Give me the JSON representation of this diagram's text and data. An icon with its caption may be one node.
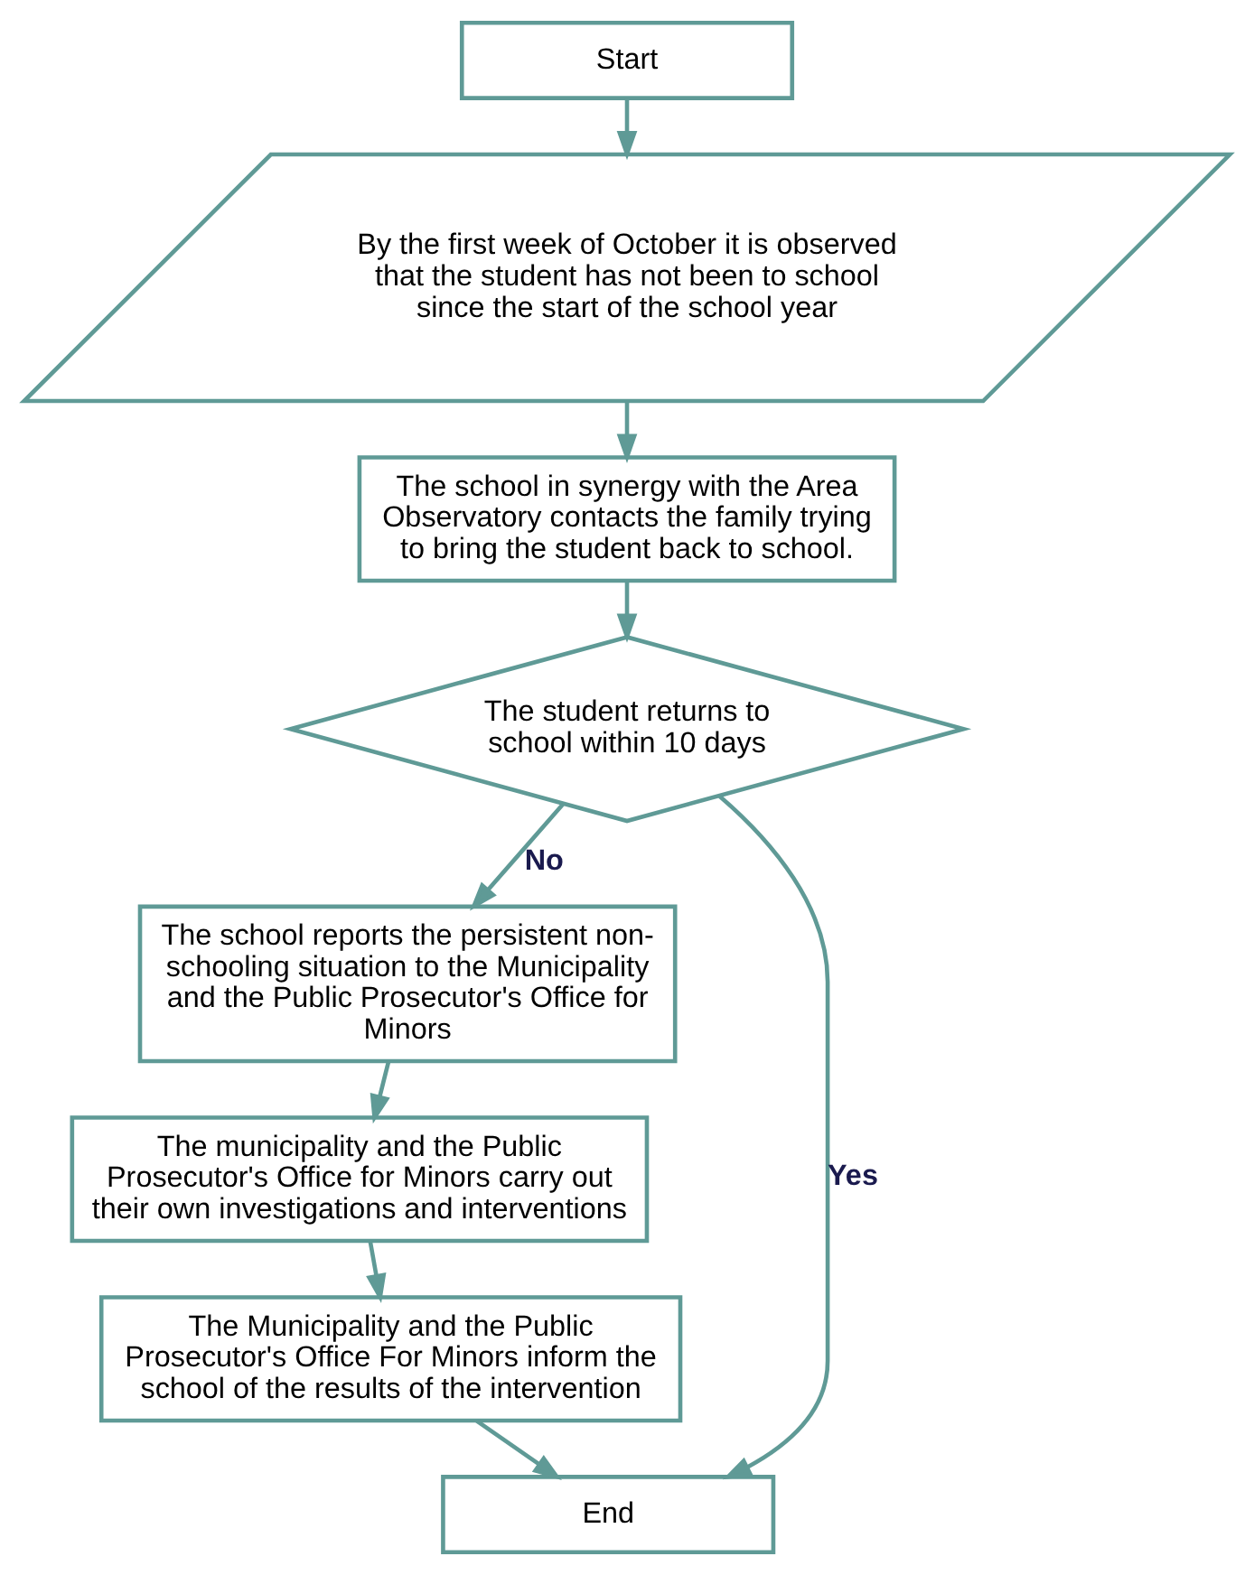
{
  "diagram": {
    "nodes": [
      {
        "text": [
          "Start"
        ]
      },
      {
        "text": [
          "By the first week of October it is observed that the student has not been to school since the start of the school year"
        ]
      },
      {
        "text": [
          "The school in synergy with the Area Observatory contacts the family trying to bring the student back to school."
        ]
      },
      {
        "text": [
          "The student returns to school within 10 days"
        ]
      },
      {
        "text": [
          "The school reports the persistent non-schooling situation to the Municipality and the Public Prosecutor's Office for Minors"
        ]
      },
      {
        "text": [
          "The municipality and the Public Prosecutor's Office for Minors carry out their own investigations and interventions"
        ]
      },
      {
        "text": [
          "The Municipality and the Public Prosecutor's Office For Minors inform the school of the results of the intervention"
        ]
      },
      {
        "text": [
          "End"
        ]
      }
    ],
    "edges": [
      {
        "from": 0,
        "to": 1,
        "arrow": "to"
      },
      {
        "from": 1,
        "to": 2,
        "arrow": "to"
      },
      {
        "from": 2,
        "to": 3,
        "arrow": "to"
      },
      {
        "from": 3,
        "to": 4,
        "arrow": "to",
        "label": "No"
      },
      {
        "from": 3,
        "to": 7,
        "arrow": "to",
        "label": "Yes"
      },
      {
        "from": 4,
        "to": 5,
        "arrow": "to"
      },
      {
        "from": 5,
        "to": 6,
        "arrow": "to"
      },
      {
        "from": 6,
        "to": 7,
        "arrow": "to"
      }
    ]
  }
}
